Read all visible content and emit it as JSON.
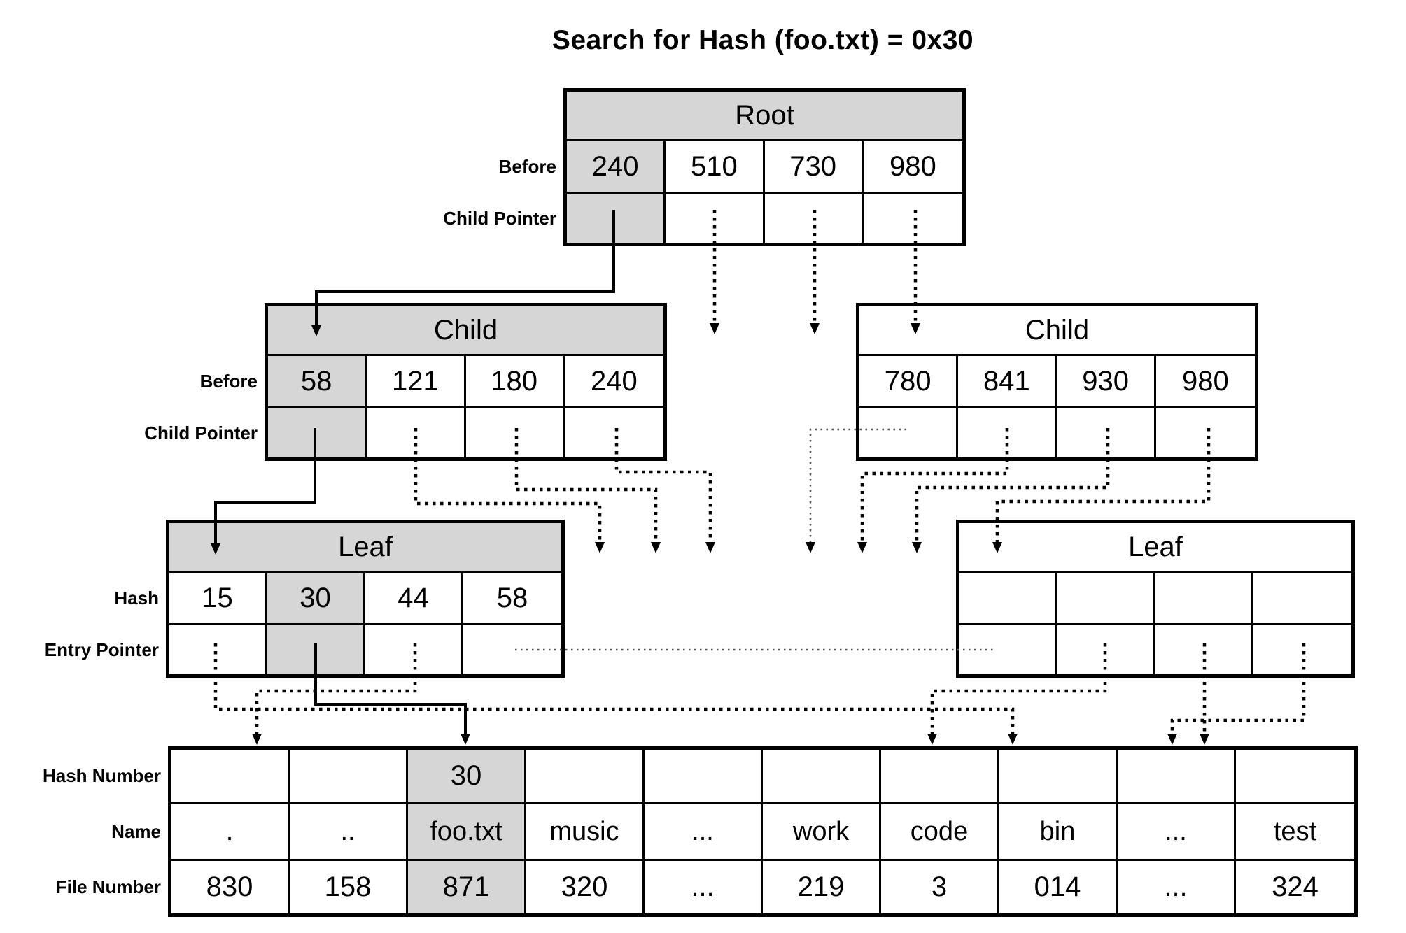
{
  "title": "Search for Hash (foo.txt) = 0x30",
  "colors": {
    "highlight": "#d6d6d6",
    "border": "#000000",
    "background": "#ffffff"
  },
  "labels": {
    "before": "Before",
    "child_pointer": "Child Pointer",
    "hash": "Hash",
    "entry_pointer": "Entry Pointer",
    "hash_number": "Hash Number",
    "name": "Name",
    "file_number": "File Number"
  },
  "root": {
    "header": "Root",
    "values": [
      "240",
      "510",
      "730",
      "980"
    ]
  },
  "child_left": {
    "header": "Child",
    "values": [
      "58",
      "121",
      "180",
      "240"
    ]
  },
  "child_right": {
    "header": "Child",
    "values": [
      "780",
      "841",
      "930",
      "980"
    ]
  },
  "leaf_left": {
    "header": "Leaf",
    "values": [
      "15",
      "30",
      "44",
      "58"
    ]
  },
  "leaf_right": {
    "header": "Leaf",
    "values": [
      "",
      "",
      "",
      ""
    ]
  },
  "entries": {
    "hash_numbers": [
      "",
      "",
      "30",
      "",
      "",
      "",
      "",
      "",
      "",
      ""
    ],
    "names": [
      ".",
      "..",
      "foo.txt",
      "music",
      "...",
      "work",
      "code",
      "bin",
      "...",
      "test"
    ],
    "file_numbers": [
      "830",
      "158",
      "871",
      "320",
      "...",
      "219",
      "3",
      "014",
      "...",
      "324"
    ]
  }
}
